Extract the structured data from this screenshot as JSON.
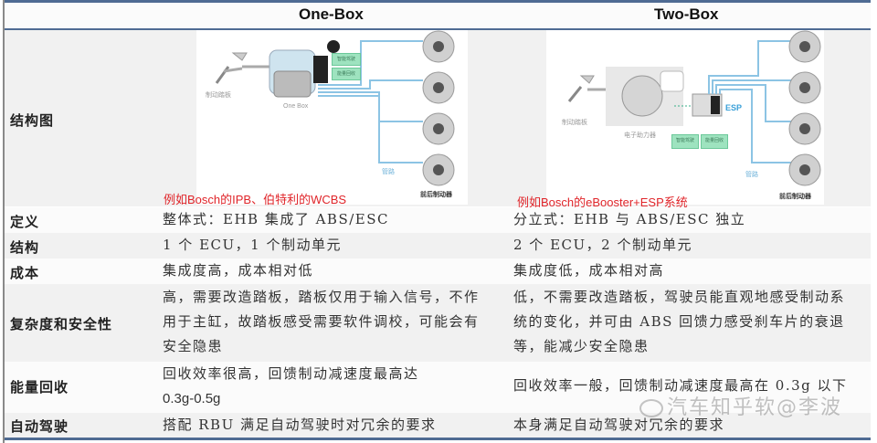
{
  "table": {
    "headers": [
      "",
      "One-Box",
      "Two-Box"
    ],
    "rows": {
      "diagram": {
        "label": "结构图",
        "one_box": {
          "caption": "例如Bosch的IPB、伯特利的WCBS",
          "labels": {
            "pedal": "制动踏板",
            "unit": "One Box",
            "pipe": "管路",
            "brakes": "前后制动器",
            "green_1": "智能驾驶",
            "green_2": "能量回收"
          }
        },
        "two_box": {
          "caption": "例如Bosch的eBooster+ESP系统",
          "labels": {
            "pedal": "制动踏板",
            "booster": "电子助力器",
            "esp": "ESP",
            "pipe": "管路",
            "brakes": "前后制动器",
            "green_1": "智能驾驶",
            "green_2": "能量回收"
          }
        }
      },
      "definition": {
        "label": "定义",
        "one_box": "整体式：EHB 集成了 ABS/ESC",
        "two_box": "分立式：EHB 与 ABS/ESC 独立"
      },
      "structure": {
        "label": "结构",
        "one_box": "1 个 ECU，1 个制动单元",
        "two_box": "2 个 ECU，2 个制动单元"
      },
      "cost": {
        "label": "成本",
        "one_box": "集成度高，成本相对低",
        "two_box": "集成度低，成本相对高"
      },
      "complexity": {
        "label": "复杂度和安全性",
        "one_box": [
          "高，需要改造踏板，踏板仅用于输入信号，不作",
          "用于主缸，故踏板感受需要软件调校，可能会有",
          "安全隐患"
        ],
        "two_box": [
          "低，不需要改造踏板，驾驶员能直观地感受制动系",
          "统的变化，并可由 ABS 回馈力感受刹车片的衰退",
          "等，能减少安全隐患"
        ]
      },
      "energy": {
        "label": "能量回收",
        "one_box": [
          "回收效率很高，回馈制动减速度最高达",
          "0.3g-0.5g"
        ],
        "two_box": "回收效率一般，回馈制动减速度最高在 0.3g 以下"
      },
      "autonomous": {
        "label": "自动驾驶",
        "one_box": "搭配 RBU 满足自动驾驶时对冗余的要求",
        "two_box": "本身满足自动驾驶对冗余的要求"
      }
    }
  },
  "watermark": "汽车知乎软@李波",
  "colors": {
    "rule": "#4f6b93",
    "caption_red": "#e0252a",
    "pipe_blue": "#8cc4e4",
    "green_box": "#9ee3bf"
  }
}
